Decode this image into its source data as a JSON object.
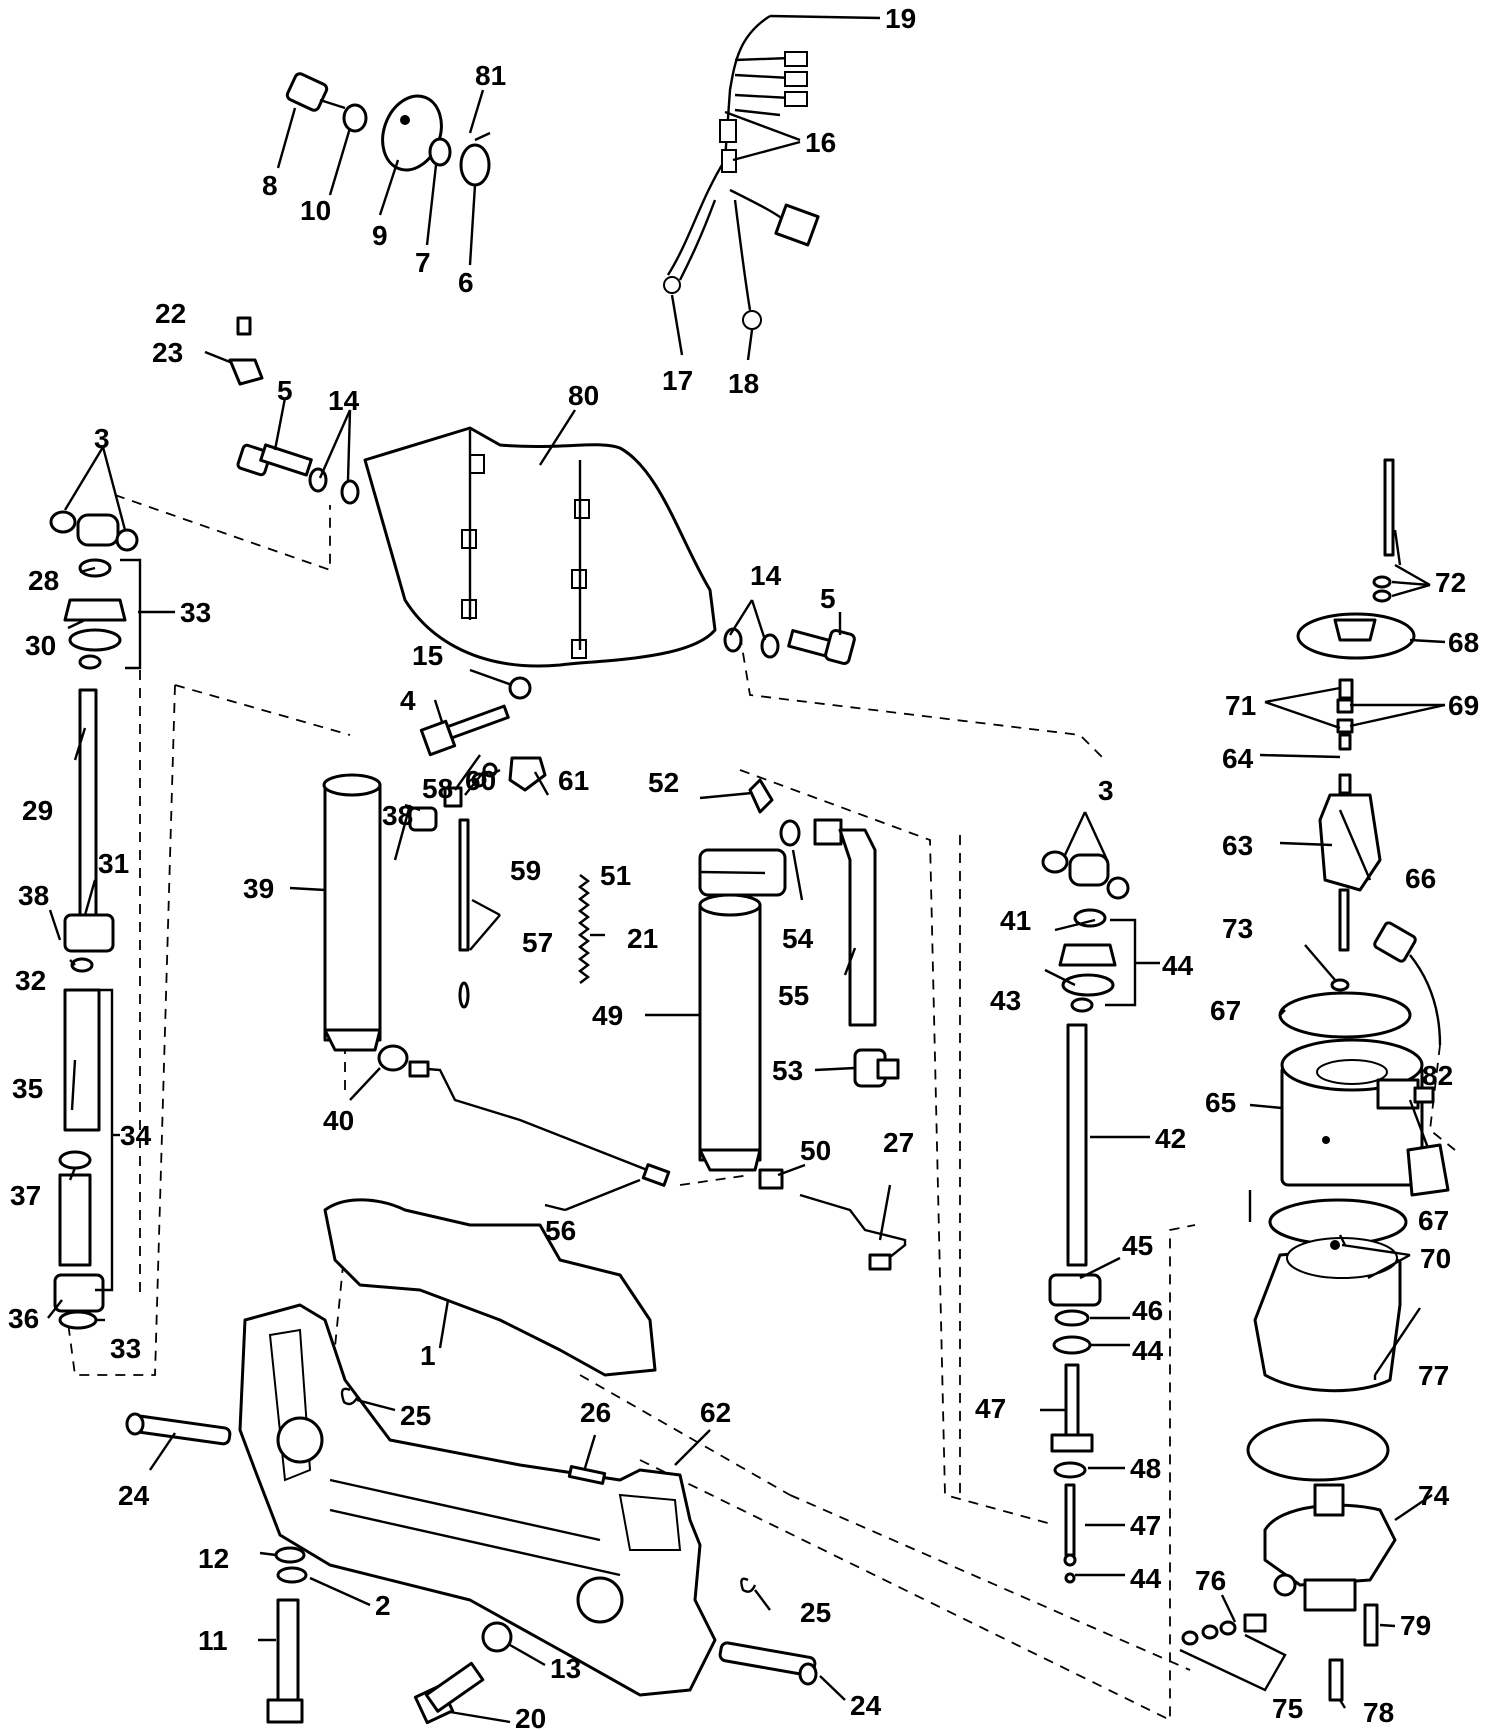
{
  "labels": {
    "l19": "19",
    "l81": "81",
    "l16": "16",
    "l8": "8",
    "l10": "10",
    "l9": "9",
    "l7": "7",
    "l6": "6",
    "l17": "17",
    "l18": "18",
    "l22": "22",
    "l23": "23",
    "l5a": "5",
    "l14a": "14",
    "l80": "80",
    "l3a": "3",
    "l28": "28",
    "l33a": "33",
    "l30": "30",
    "l14b": "14",
    "l5b": "5",
    "l15": "15",
    "l4": "4",
    "l72": "72",
    "l68": "68",
    "l71": "71",
    "l69": "69",
    "l64": "64",
    "l29": "29",
    "l58": "58",
    "l60": "60",
    "l61": "61",
    "l52": "52",
    "l38a": "38",
    "l3b": "3",
    "l63": "63",
    "l39": "39",
    "l51": "51",
    "l59": "59",
    "l31": "31",
    "l38b": "38",
    "l54": "54",
    "l21": "21",
    "l57": "57",
    "l41": "41",
    "l66": "66",
    "l73": "73",
    "l44a": "44",
    "l32": "32",
    "l43": "43",
    "l55": "55",
    "l49": "49",
    "l67a": "67",
    "l35": "35",
    "l53": "53",
    "l82": "82",
    "l65": "65",
    "l34": "34",
    "l42": "42",
    "l40": "40",
    "l50": "50",
    "l27": "27",
    "l37": "37",
    "l56": "56",
    "l67b": "67",
    "l45": "45",
    "l70": "70",
    "l46": "46",
    "l36": "36",
    "l33b": "33",
    "l1": "1",
    "l44b": "44",
    "l77": "77",
    "l25a": "25",
    "l26": "26",
    "l62": "62",
    "l47a": "47",
    "l24a": "24",
    "l48": "48",
    "l47b": "47",
    "l74": "74",
    "l12": "12",
    "l44c": "44",
    "l2": "2",
    "l76": "76",
    "l25b": "25",
    "l11": "11",
    "l79": "79",
    "l13": "13",
    "l24b": "24",
    "l20": "20",
    "l75": "75",
    "l78": "78"
  }
}
